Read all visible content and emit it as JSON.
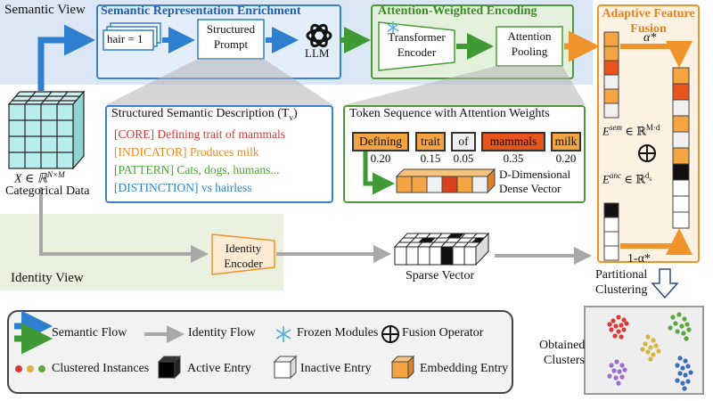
{
  "views": {
    "semantic": "Semantic View",
    "identity": "Identity View"
  },
  "input": {
    "math": "X ∈ ℝ",
    "sup": "N×M",
    "label": "Categorical Data"
  },
  "enrichment": {
    "title": "Semantic Representation Enrichment",
    "card": "hair = 1",
    "prompt_line1": "Structured",
    "prompt_line2": "Prompt",
    "llm": "LLM"
  },
  "encoding": {
    "title": "Attention-Weighted Encoding",
    "transformer_line1": "Transformer",
    "transformer_line2": "Encoder",
    "pooling_line1": "Attention",
    "pooling_line2": "Pooling"
  },
  "description": {
    "title": "Structured Semantic Description (T",
    "sub": "v",
    "title_end": ")",
    "lines": [
      {
        "text": "[CORE] Defining trait of mammals",
        "color": "#d83a3a"
      },
      {
        "text": "[INDICATOR] Produces milk",
        "color": "#e8891e"
      },
      {
        "text": "[PATTERN] Cats, dogs, humans...",
        "color": "#4ea53a"
      },
      {
        "text": "[DISTINCTION] vs hairless",
        "color": "#2f86c6"
      }
    ]
  },
  "tokens": {
    "title": "Token Sequence with Attention Weights",
    "items": [
      {
        "word": "Defining",
        "weight": "0.20"
      },
      {
        "word": "trait",
        "weight": "0.15"
      },
      {
        "word": "of",
        "weight": "0.05"
      },
      {
        "word": "mammals",
        "weight": "0.35"
      },
      {
        "word": "milk",
        "weight": "0.20"
      }
    ],
    "dense_line1": "D-Dimensional",
    "dense_line2": "Dense Vector"
  },
  "fusion": {
    "title_line1": "Adaptive Feature",
    "title_line2": "Fusion",
    "alpha": "α*",
    "one_minus_alpha": "1-α*",
    "esem": "E",
    "esem_sup": "sem",
    "esem_rest": " ∈ ℝ",
    "esem_dim": "M·d",
    "eanc": "E",
    "eanc_sup": "anc",
    "eanc_rest": " ∈ ℝ",
    "eanc_dim": "d",
    "eanc_dim_sub": "s"
  },
  "identity": {
    "encoder_line1": "Identity",
    "encoder_line2": "Encoder",
    "sparse": "Sparse Vector"
  },
  "output": {
    "partitional_line1": "Partitional",
    "partitional_line2": "Clustering",
    "clusters_line1": "Obtained",
    "clusters_line2": "Clusters"
  },
  "legend": {
    "semantic_flow": "Semantic Flow",
    "identity_flow": "Identity Flow",
    "frozen": "Frozen Modules",
    "fusion_op": "Fusion Operator",
    "clustered": "Clustered Instances",
    "active": "Active Entry",
    "inactive": "Inactive Entry",
    "embedding": "Embedding Entry"
  },
  "colors": {
    "blue": "#2f7fd0",
    "green": "#3f9a35",
    "gray": "#a8a8a8",
    "orange": "#f0932b",
    "cube_cyan": "#b8ecec"
  }
}
